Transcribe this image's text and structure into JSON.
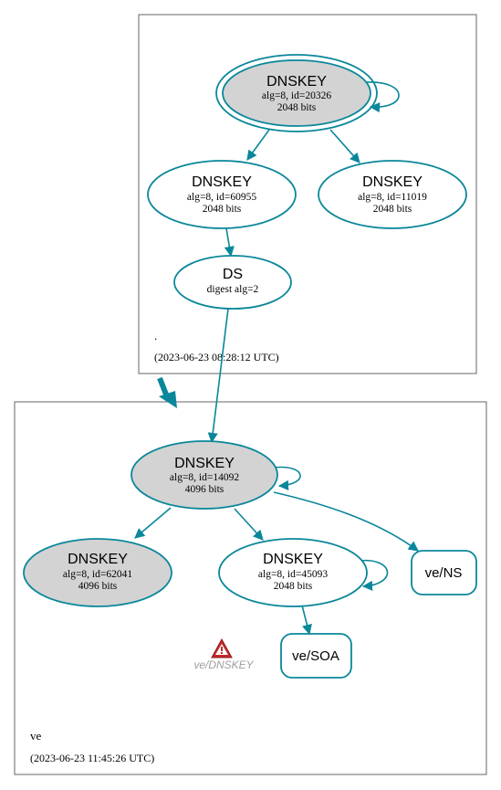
{
  "zones": {
    "root": {
      "name": ".",
      "timestamp": "(2023-06-23 08:28:12 UTC)"
    },
    "ve": {
      "name": "ve",
      "timestamp": "(2023-06-23 11:45:26 UTC)"
    }
  },
  "nodes": {
    "root_ksk": {
      "title": "DNSKEY",
      "line1": "alg=8, id=20326",
      "line2": "2048 bits"
    },
    "root_zsk1": {
      "title": "DNSKEY",
      "line1": "alg=8, id=60955",
      "line2": "2048 bits"
    },
    "root_zsk2": {
      "title": "DNSKEY",
      "line1": "alg=8, id=11019",
      "line2": "2048 bits"
    },
    "ds": {
      "title": "DS",
      "line1": "digest alg=2"
    },
    "ve_ksk": {
      "title": "DNSKEY",
      "line1": "alg=8, id=14092",
      "line2": "4096 bits"
    },
    "ve_key_62041": {
      "title": "DNSKEY",
      "line1": "alg=8, id=62041",
      "line2": "4096 bits"
    },
    "ve_key_45093": {
      "title": "DNSKEY",
      "line1": "alg=8, id=45093",
      "line2": "2048 bits"
    },
    "ve_ns": {
      "label": "ve/NS"
    },
    "ve_soa": {
      "label": "ve/SOA"
    },
    "ve_dnskey_warning": {
      "label": "ve/DNSKEY"
    }
  },
  "colors": {
    "edge": "#0a879a",
    "signed_fill": "#d3d3d3",
    "warning": "#c62828"
  }
}
